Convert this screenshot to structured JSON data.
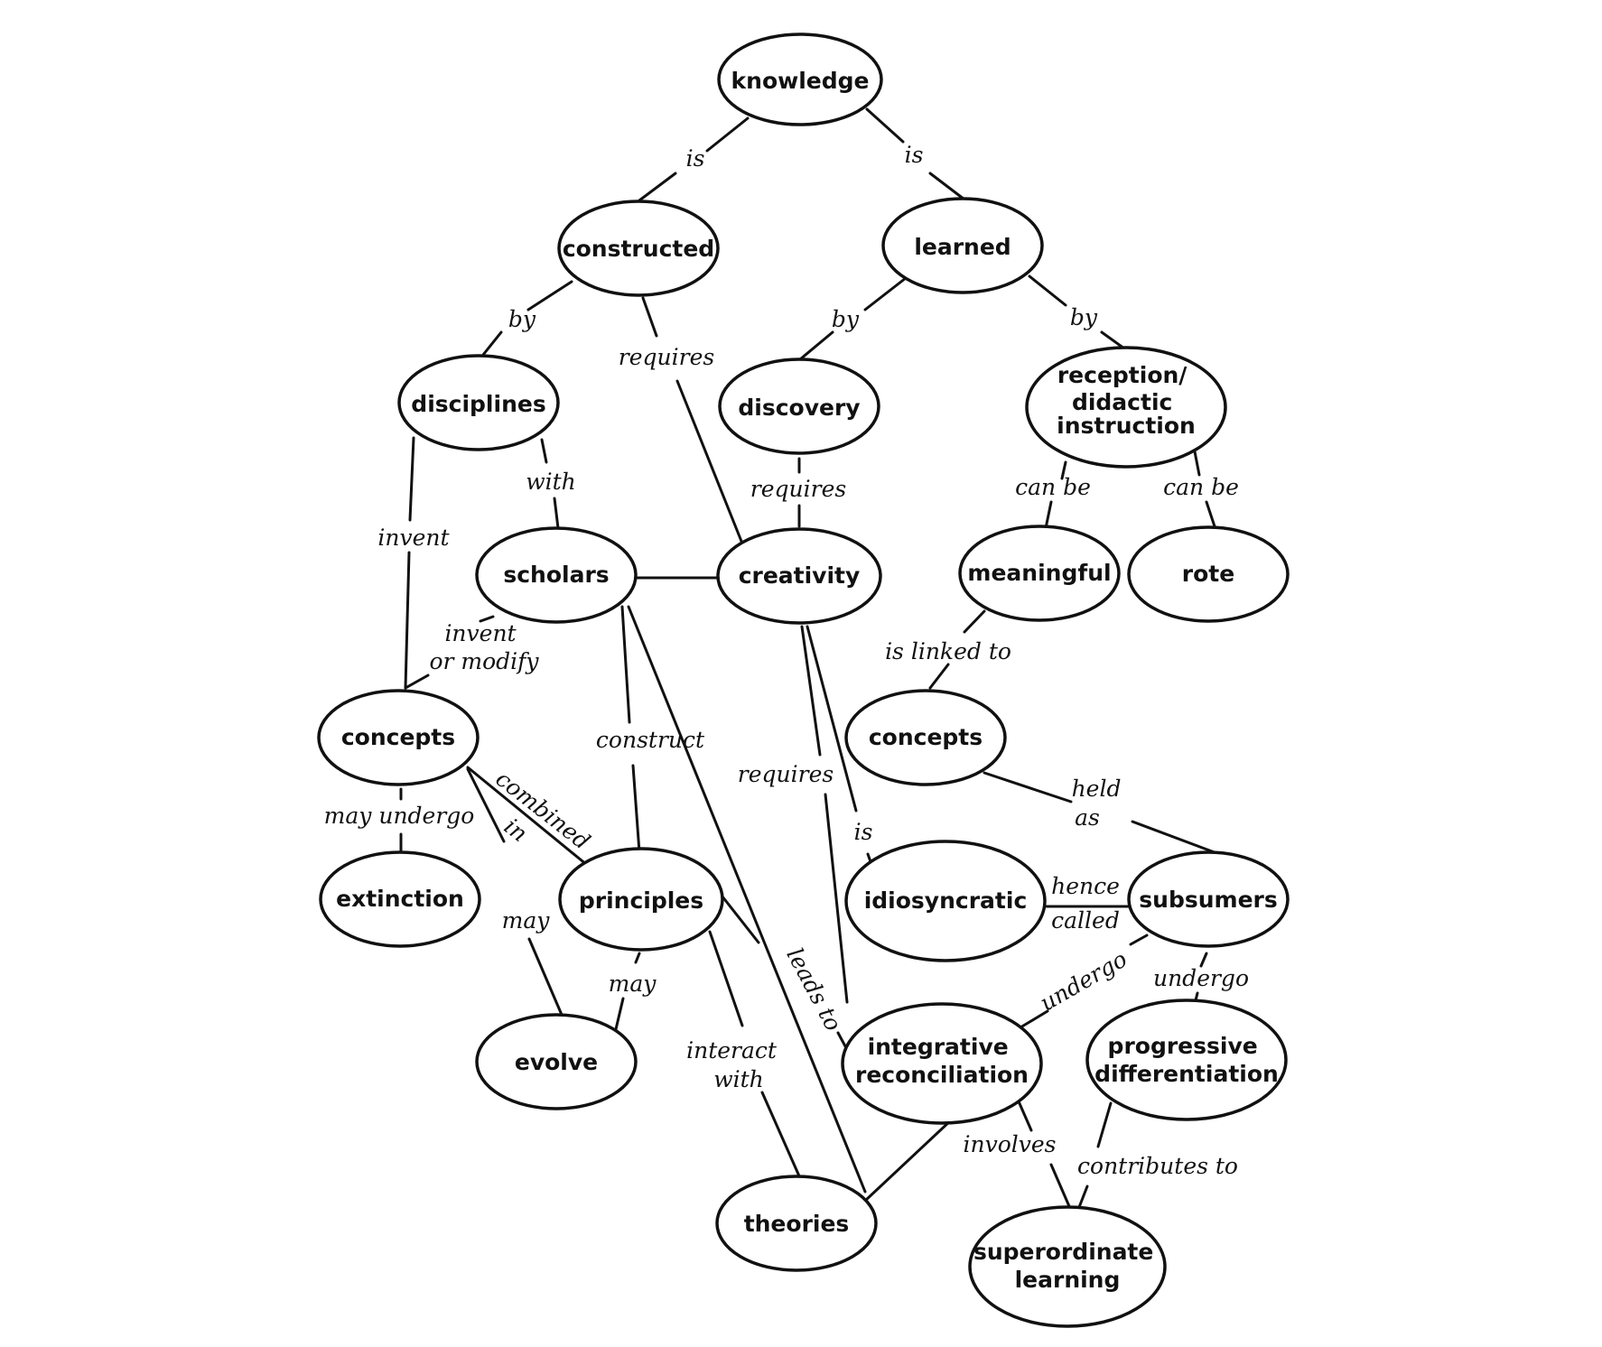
{
  "colors": {
    "line": "#111111",
    "background": "#ffffff"
  },
  "nodes": {
    "knowledge": "knowledge",
    "constructed": "constructed",
    "learned": "learned",
    "disciplines": "disciplines",
    "discovery": "discovery",
    "reception": [
      "reception/",
      "didactic",
      "instruction"
    ],
    "scholars": "scholars",
    "creativity": "creativity",
    "meaningful": "meaningful",
    "rote": "rote",
    "concepts_left": "concepts",
    "concepts_right": "concepts",
    "extinction": "extinction",
    "principles": "principles",
    "idiosyncratic": "idiosyncratic",
    "subsumers": "subsumers",
    "evolve": "evolve",
    "integrative": [
      "integrative",
      "reconciliation"
    ],
    "progressive": [
      "progressive",
      "differentiation"
    ],
    "theories": "theories",
    "superordinate": [
      "superordinate",
      "learning"
    ]
  },
  "labels": {
    "is_left": "is",
    "is_right": "is",
    "by_disciplines": "by",
    "requires_constructed": "requires",
    "by_discovery": "by",
    "by_reception": "by",
    "with": "with",
    "requires_discovery": "requires",
    "invent": "invent",
    "can_be_meaningful": "can be",
    "can_be_rote": "can be",
    "invent_or_modify": [
      "invent",
      "or modify"
    ],
    "is_linked_to": "is linked to",
    "construct": "construct",
    "requires_creativity": "requires",
    "held_as": [
      "held",
      "as"
    ],
    "combined": "combined",
    "in": "in",
    "may_undergo": "may undergo",
    "is_idiosyncratic": "is",
    "hence_called": [
      "hence",
      "called"
    ],
    "may_evolve": "may",
    "leads_to": "leads to",
    "undergo_integrative": "undergo",
    "undergo_progressive": "undergo",
    "may_principles": "may",
    "interact_with": [
      "interact",
      "with"
    ],
    "involves": "involves",
    "contributes_to": "contributes to"
  }
}
